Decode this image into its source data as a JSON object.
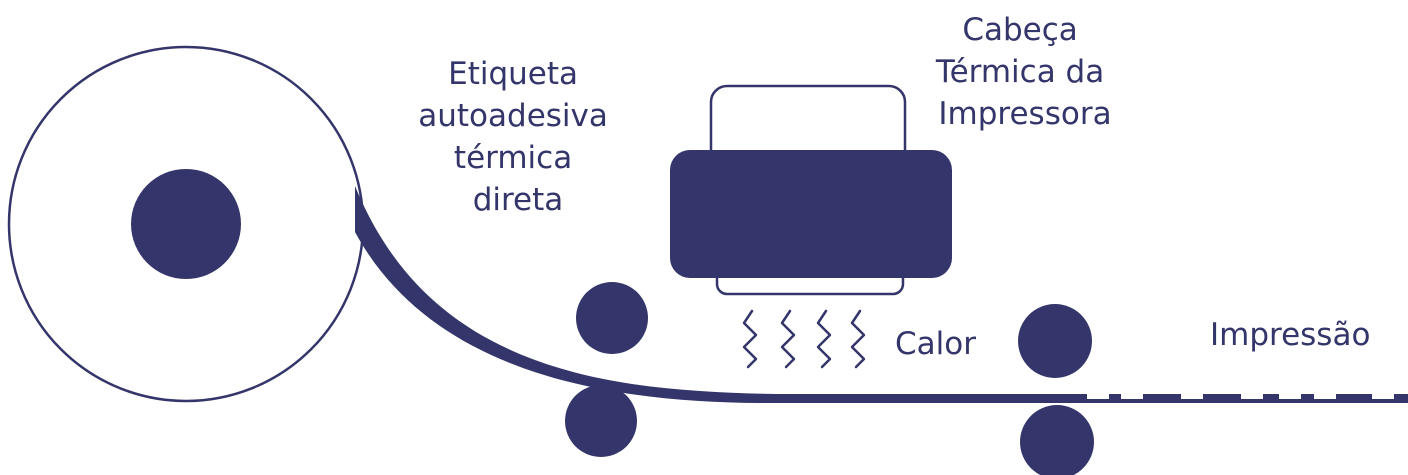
{
  "colors": {
    "primary": "#34356a",
    "background": "#ffffff"
  },
  "labels": {
    "label_sheet": [
      "Etiqueta",
      "autoadesiva",
      "térmica",
      "direta"
    ],
    "print_head": [
      "Cabeça",
      "Térmica da",
      "Impressora"
    ],
    "heat": "Calor",
    "printing": "Impressão"
  },
  "icons": {
    "heat_waves": "heat-wave-icon"
  }
}
